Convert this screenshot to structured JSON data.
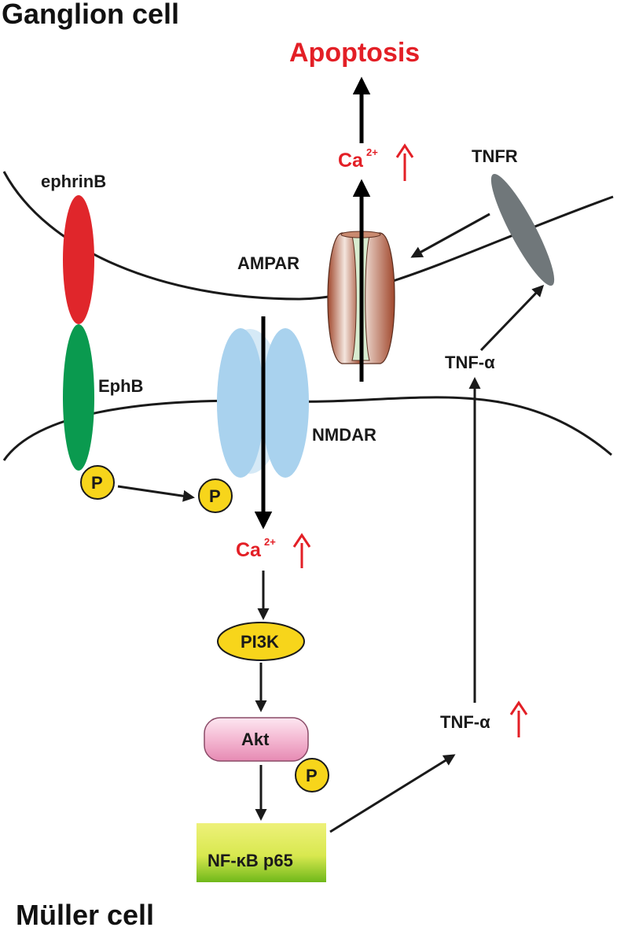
{
  "titles": {
    "top": "Ganglion cell",
    "bottom": "Müller cell"
  },
  "labels": {
    "apoptosis": "Apoptosis",
    "ca_top": "Ca",
    "ca_top_sup": "2+",
    "tnfr": "TNFR",
    "ephrinb": "ephrinB",
    "ampar": "AMPAR",
    "ephb": "EphB",
    "nmdar": "NMDAR",
    "tnf_alpha_upper": "TNF-α",
    "ca_mid": "Ca",
    "ca_mid_sup": "2+",
    "pi3k": "PI3K",
    "akt": "Akt",
    "tnf_alpha_lower": "TNF-α",
    "nfkb": "NF-κB p65",
    "p": "P"
  },
  "colors": {
    "ephrinb": "#e0262b",
    "ephb": "#0a9a4f",
    "nmdar": "#a9d2ee",
    "ampar_outer": "#b05a3e",
    "ampar_inner": "#d8ecd0",
    "tnfr": "#70777a",
    "phospho": "#f7d51b",
    "pi3k": "#f7d51b",
    "akt": "#f4b8d2",
    "nfkb_top": "#eef17a",
    "nfkb_bottom": "#7ac21c",
    "highlight_red": "#e31f26"
  }
}
